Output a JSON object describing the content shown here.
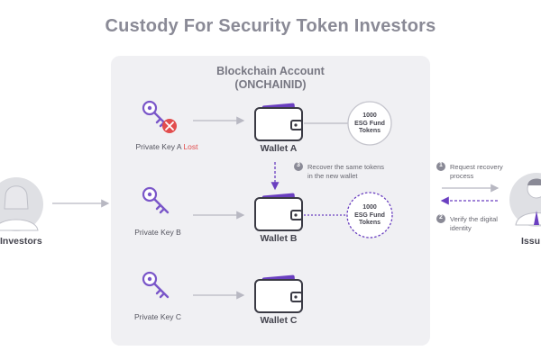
{
  "title": "Custody For Security Token Investors",
  "account": {
    "title_line1": "Blockchain Account",
    "title_line2": "(ONCHAINID)"
  },
  "keys": [
    {
      "label": "Private Key A",
      "status": "Lost"
    },
    {
      "label": "Private Key B"
    },
    {
      "label": "Private Key C"
    }
  ],
  "wallets": [
    {
      "label": "Wallet A",
      "token": {
        "amount": "1000",
        "line2": "ESG Fund",
        "line3": "Tokens"
      }
    },
    {
      "label": "Wallet B",
      "token": {
        "amount": "1000",
        "line2": "ESG Fund",
        "line3": "Tokens"
      }
    },
    {
      "label": "Wallet C"
    }
  ],
  "steps": [
    {
      "number": "1",
      "line1": "Request recovery",
      "line2": "process"
    },
    {
      "number": "2",
      "line1": "Verify the digital",
      "line2": "identity"
    },
    {
      "number": "3",
      "line1": "Recover the same tokens",
      "line2": "in the new wallet"
    }
  ],
  "actors": {
    "left": "Investors",
    "right": "Issu"
  },
  "colors": {
    "accent": "#6a3fc0",
    "key": "#7a56c9",
    "lost": "#e24d4d",
    "panel": "#f0f0f3",
    "arrow": "#b8b8c2"
  }
}
